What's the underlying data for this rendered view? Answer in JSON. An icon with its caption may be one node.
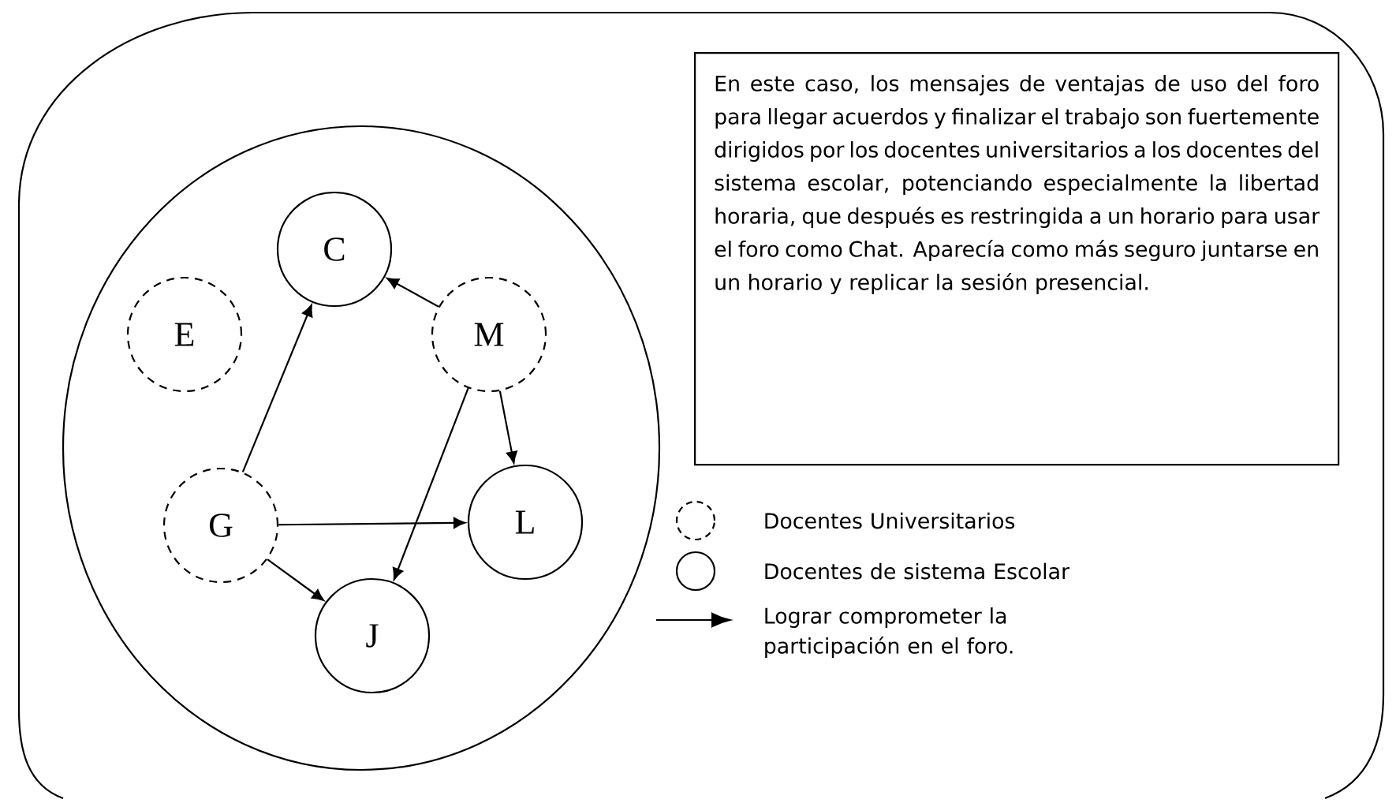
{
  "diagram": {
    "nodes": [
      {
        "text": [],
        "shape": "circle"
      },
      {
        "text": [
          "C"
        ],
        "in": 0
      },
      {
        "text": [
          "E"
        ],
        "in": 0
      },
      {
        "text": [
          "M"
        ],
        "in": 0
      },
      {
        "text": [
          "G"
        ],
        "in": 0
      },
      {
        "text": [
          "L"
        ],
        "in": 0
      },
      {
        "text": [
          "J"
        ],
        "in": 0
      },
      {
        "text": [
          "En este caso, los mensajes de ventajas de uso del foro para llegar acuerdos y finalizar el trabajo son fuertemente dirigidos por los docentes universitarios  a los docentes del sistema escolar, potenciando especialmente la libertad horaria, que después es restringida a un horario para usar el foro como Chat.  Aparecía como más seguro juntarse en un horario y replicar la sesión presencial."
        ]
      }
    ],
    "edges": [
      {
        "from": 4,
        "to": 1,
        "arrow": "to"
      },
      {
        "from": 3,
        "to": 1,
        "arrow": "to"
      },
      {
        "from": 3,
        "to": 5,
        "arrow": "to"
      },
      {
        "from": 3,
        "to": 6,
        "arrow": "to"
      },
      {
        "from": 4,
        "to": 5,
        "arrow": "to"
      },
      {
        "from": 4,
        "to": 6,
        "arrow": "to"
      }
    ],
    "legend": [
      {
        "text": "Docentes Universitarios"
      },
      {
        "text": "Docentes de sistema Escolar"
      },
      {
        "text": "Lograr comprometer la participación en el foro."
      }
    ]
  }
}
